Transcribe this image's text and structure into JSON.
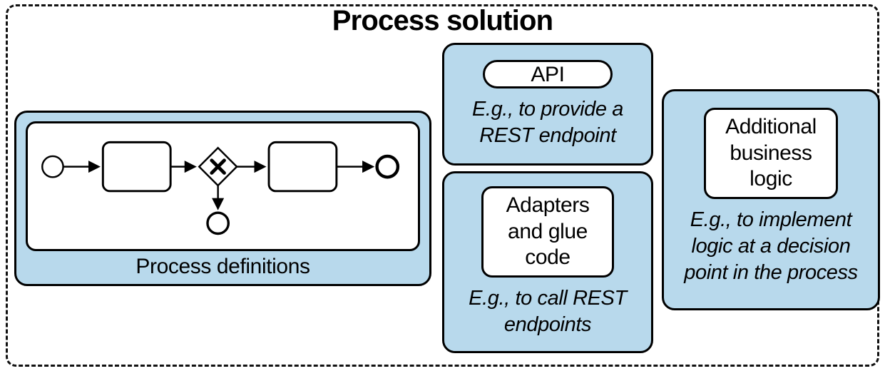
{
  "title": "Process solution",
  "colors": {
    "panel_fill": "#b8d9ec",
    "border": "#000000",
    "chip_fill": "#ffffff"
  },
  "process_panel": {
    "label": "Process definitions",
    "diagram": {
      "type": "bpmn-process",
      "elements": [
        "start-event",
        "task",
        "xor-gateway",
        "task",
        "end-event",
        "boundary-end-event"
      ]
    }
  },
  "api_panel": {
    "label": "API",
    "caption_lines": [
      "E.g., to provide a",
      "REST endpoint"
    ]
  },
  "adapters_panel": {
    "label_lines": [
      "Adapters",
      "and glue",
      "code"
    ],
    "caption_lines": [
      "E.g., to call REST",
      "endpoints"
    ]
  },
  "logic_panel": {
    "label_lines": [
      "Additional",
      "business",
      "logic"
    ],
    "caption_lines": [
      "E.g., to implement",
      "logic at a decision",
      "point in the process"
    ]
  }
}
